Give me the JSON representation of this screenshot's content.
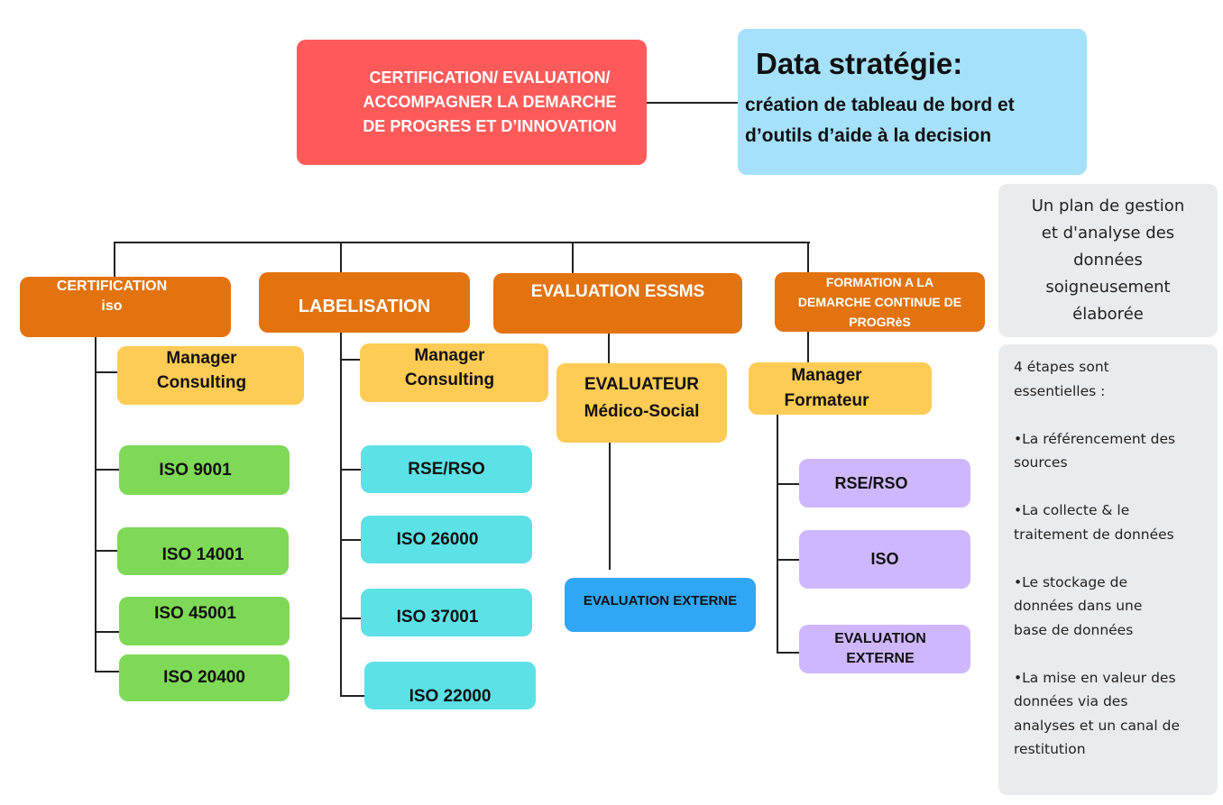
{
  "top": {
    "red_lines": [
      "CERTIFICATION/ EVALUATION/",
      "ACCOMPAGNER LA DEMARCHE",
      "DE PROGRES ET D’INNOVATION"
    ],
    "blue_title": "Data stratégie:",
    "blue_lines": [
      "création de tableau de bord et",
      "d’outils d’aide à la decision"
    ]
  },
  "side": {
    "plan_lines": [
      "Un plan de gestion",
      "et d'analyse des",
      "données",
      "soigneusement",
      "élaborée"
    ],
    "steps_lines": [
      "4 étapes sont",
      "essentielles :",
      "",
      "•La référencement des",
      "sources",
      "",
      "•La collecte & le",
      "traitement de données",
      "",
      "•Le stockage de",
      "données dans une",
      "base de données",
      "",
      "•La mise en valeur des",
      "données via des",
      "analyses et un canal de",
      "restitution"
    ]
  },
  "col1": {
    "head": [
      "CERTIFICATION",
      "iso"
    ],
    "role": [
      "Manager",
      "Consulting"
    ],
    "items": [
      "ISO 9001",
      "ISO 14001",
      "ISO 45001",
      "ISO 20400"
    ]
  },
  "col2": {
    "head": "LABELISATION",
    "role": [
      "Manager",
      "Consulting"
    ],
    "items": [
      "RSE/RSO",
      "ISO 26000",
      "ISO 37001",
      "ISO 22000"
    ]
  },
  "col3": {
    "head": "EVALUATION ESSMS",
    "role": [
      "EVALUATEUR",
      "Médico-Social"
    ],
    "items": [
      "EVALUATION EXTERNE"
    ]
  },
  "col4": {
    "head": [
      "FORMATION A LA",
      "DEMARCHE CONTINUE DE",
      "PROGRèS"
    ],
    "role": [
      "Manager",
      "Formateur"
    ],
    "items": [
      "RSE/RSO",
      "ISO",
      [
        "EVALUATION",
        "EXTERNE"
      ]
    ]
  },
  "colors": {
    "red": "#ff5a5a",
    "blue": "#a6e1fb",
    "orange": "#e2730f",
    "yellow": "#fecb55",
    "green": "#7ed957",
    "cyan": "#5ce1e6",
    "purple": "#cfb7ff",
    "evalblue": "#30a7f5"
  }
}
